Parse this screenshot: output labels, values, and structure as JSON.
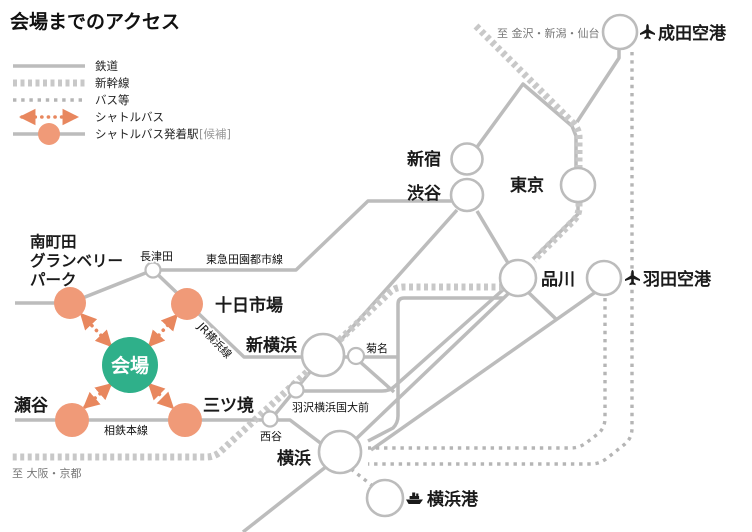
{
  "title": "会場までのアクセス",
  "colors": {
    "railway_gray": "#bcbcbc",
    "shinkansen_gray": "#c8c8c8",
    "bus_dot_gray": "#b5b5b5",
    "shuttle_orange": "#e8875e",
    "station_orange": "#f09a78",
    "venue_green": "#2fb08a",
    "text_black": "#1a1a1a",
    "direction_text_gray": "#777777"
  },
  "legend": {
    "railway": "鉄道",
    "shinkansen": "新幹線",
    "bus": "バス等",
    "shuttle_bus": "シャトルバス",
    "shuttle_station": "シャトルバス発着駅",
    "shuttle_station_note": "[候補]"
  },
  "venue": {
    "label": "会場"
  },
  "stations": {
    "narita_airport": "成田空港",
    "shinjuku": "新宿",
    "shibuya": "渋谷",
    "tokyo": "東京",
    "shinagawa": "品川",
    "haneda_airport": "羽田空港",
    "minamimachida_line1": "南町田",
    "minamimachida_line2": "グランベリー",
    "minamimachida_line3": "パーク",
    "nagatsuta": "長津田",
    "tokaichiba": "十日市場",
    "shinyokohama": "新横浜",
    "kikuna": "菊名",
    "hazawa_yokohama_kokudai_mae": "羽沢横浜国大前",
    "nishiya": "西谷",
    "yokohama": "横浜",
    "yokohama_port": "横浜港",
    "seya": "瀬谷",
    "mitsukyo": "三ツ境"
  },
  "line_labels": {
    "tokyu_denentoshi": "東急田園都市線",
    "jr_yokohama": "JR横浜線",
    "sotetsu_main": "相鉄本線"
  },
  "directions": {
    "to_kanazawa_niigata_sendai": "至 金沢・新潟・仙台",
    "to_osaka_kyoto": "至 大阪・京都"
  },
  "icons": {
    "narita_airport": "airplane-icon",
    "haneda_airport": "airplane-icon",
    "yokohama_port": "ship-icon"
  }
}
